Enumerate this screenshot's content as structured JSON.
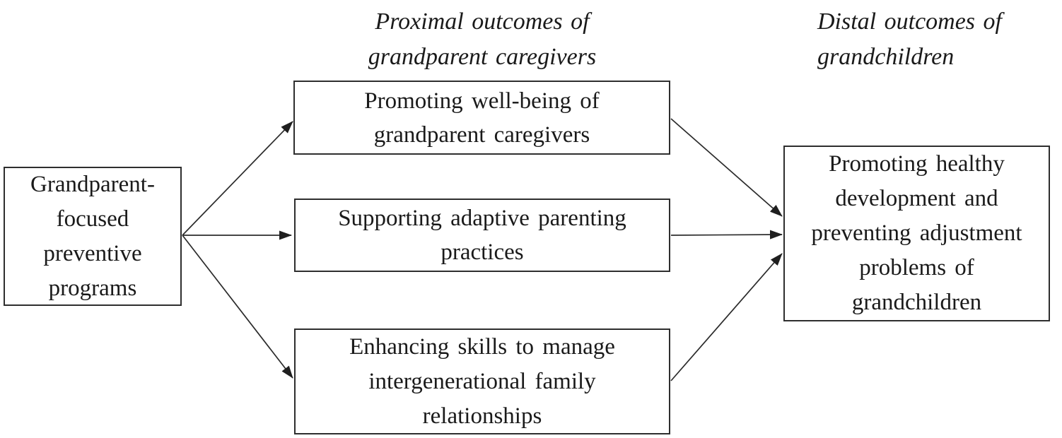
{
  "diagram": {
    "title_implicit": "Logic model of grandparent-focused preventive programs",
    "headers": {
      "proximal": "Proximal outcomes of\ngrandparent caregivers",
      "distal": "Distal outcomes of\ngrandchildren"
    },
    "nodes": {
      "programs": {
        "label": "Grandparent-\nfocused\npreventive\nprograms"
      },
      "wellbeing": {
        "label": "Promoting well-being of\ngrandparent caregivers"
      },
      "parenting": {
        "label": "Supporting adaptive parenting\npractices"
      },
      "skills": {
        "label": "Enhancing skills to manage\nintergenerational family\nrelationships"
      },
      "grandchildren": {
        "label": "Promoting healthy\ndevelopment and\npreventing adjustment\nproblems of\ngrandchildren"
      }
    },
    "edges": [
      {
        "from": "programs",
        "to": "wellbeing"
      },
      {
        "from": "programs",
        "to": "parenting"
      },
      {
        "from": "programs",
        "to": "skills"
      },
      {
        "from": "wellbeing",
        "to": "grandchildren"
      },
      {
        "from": "parenting",
        "to": "grandchildren"
      },
      {
        "from": "skills",
        "to": "grandchildren"
      }
    ],
    "colors": {
      "ink": "#1f1f1f",
      "border": "#2e2e2e",
      "background": "#ffffff"
    }
  }
}
